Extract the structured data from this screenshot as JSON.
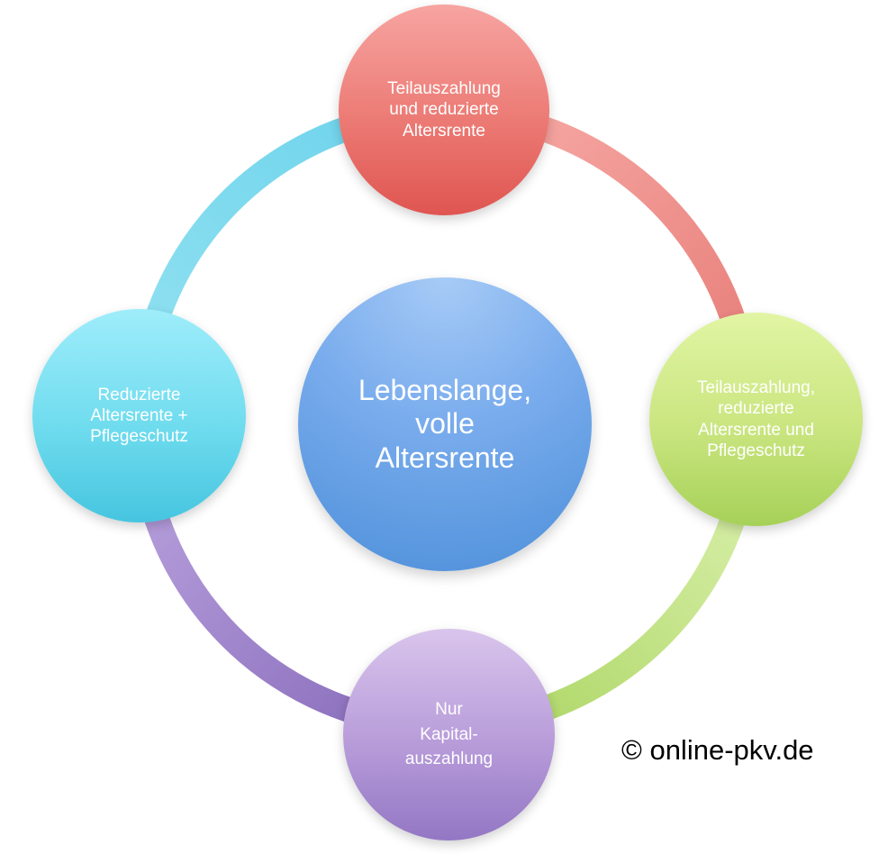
{
  "diagram": {
    "center": {
      "text": "Lebenslange,\nvolle\nAltersrente"
    },
    "nodes": {
      "top": {
        "text": "Teilauszahlung\nund  reduzierte\nAltersrente"
      },
      "right": {
        "text": "Teilauszahlung,\nreduzierte\nAltersrente und\nPflegeschutz"
      },
      "bottom": {
        "text": "Nur\nKapital-\nauszahlung"
      },
      "left": {
        "text": "Reduzierte\nAltersrente +\nPflegeschutz"
      }
    },
    "colors": {
      "center": "#6ea2e6",
      "top": "#e8706b",
      "right": "#c2e27a",
      "bottom": "#a98ad0",
      "left": "#62d4ea",
      "ring_top_right": "#ef8d89",
      "ring_right_bottom": "#c4e287",
      "ring_bottom_left": "#9e7ec6",
      "ring_left_top": "#7ad6ec"
    }
  },
  "copyright": "© online-pkv.de"
}
